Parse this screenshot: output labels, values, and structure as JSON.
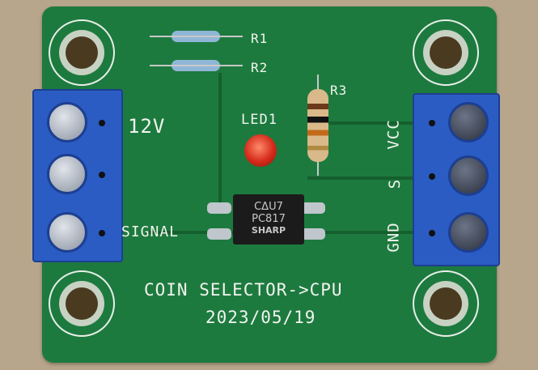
{
  "board": {
    "labels": {
      "power_in": "12V",
      "signal_in": "SIGNAL",
      "led": "LED1",
      "r1": "R1",
      "r2": "R2",
      "r3": "R3",
      "vcc": "VCC",
      "s": "S",
      "gnd": "GND",
      "title": "COIN SELECTOR->CPU",
      "date": "2023/05/19"
    },
    "chip": {
      "line1": "CΔU7",
      "line2": "PC817",
      "line3": "SHARP"
    }
  },
  "colors": {
    "pcb": "#1d7a3e",
    "terminal": "#2b5cc4",
    "led": "#d42a1a"
  }
}
